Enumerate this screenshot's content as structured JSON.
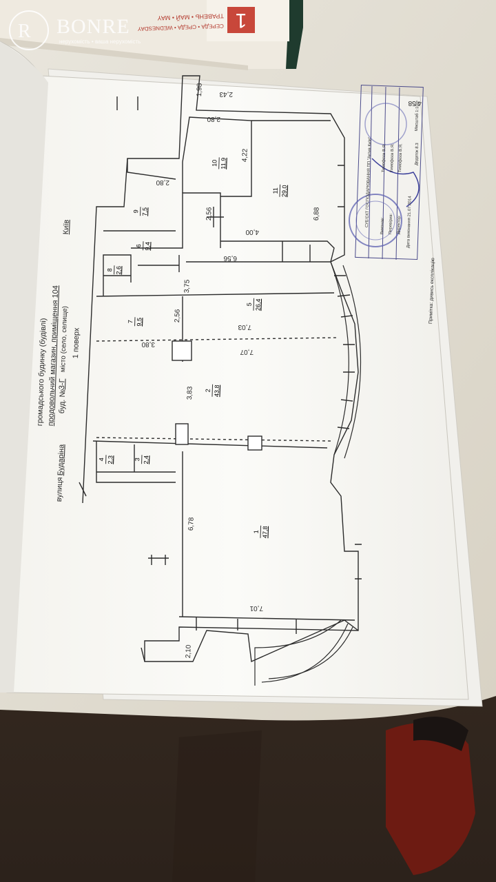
{
  "watermark": {
    "brand": "BONRE",
    "tagline": "нерухомість • ваша нерухомість"
  },
  "calendar": {
    "day": "1",
    "line1": "ТРАВЕНЬ • МАЙ • MAY",
    "line2": "СЕРЕДА • СРЕДА • WEDNESDAY"
  },
  "document": {
    "header_line1": "громадського будинку (будівлі)",
    "header_line2": "продовольчий магазин, приміщення 104",
    "street_label": "вулиця",
    "street_value": "Бударіна",
    "building_label": "буд. №",
    "building_value": "3-Г",
    "city_label": "місто (село, селище)",
    "city_value": "Київ",
    "floor": "1 поверх",
    "scale": "Масштаб 1:100",
    "form_no": "Додаток 8.3",
    "note": "Примітка: дивись експлікацію",
    "stamp": {
      "org": "СУБ'ЄКТ ГОСПОДАРЮВАННЯ ПП \"Актив Київ\"",
      "roles": [
        "Виконав:",
        "Перевірив:",
        "Директор:"
      ],
      "names": [
        "Тимофєєв В.Я.",
        "Тимофєєв В.Я.",
        "Тимофєєв В.Я."
      ],
      "date": "Дата виконання 21.07.2014"
    }
  },
  "rooms": [
    {
      "num": "1",
      "area": "47,8"
    },
    {
      "num": "2",
      "area": "43,8"
    },
    {
      "num": "3",
      "area": "2,4"
    },
    {
      "num": "4",
      "area": "2,3"
    },
    {
      "num": "5",
      "area": "26,4"
    },
    {
      "num": "6",
      "area": "9,4"
    },
    {
      "num": "7",
      "area": "9,5"
    },
    {
      "num": "8",
      "area": "2,6"
    },
    {
      "num": "9",
      "area": "7,5"
    },
    {
      "num": "10",
      "area": "11,9"
    },
    {
      "num": "11",
      "area": "29,0"
    }
  ],
  "dimensions": [
    "6,78",
    "7,01",
    "2,10",
    "3,83",
    "3,80",
    "7,03",
    "7,07",
    "2,56",
    "3,75",
    "6,56",
    "4,00",
    "2,56",
    "6,88",
    "4,22",
    "2,80",
    "2,80",
    "2,43",
    "1,98",
    "4,58"
  ]
}
